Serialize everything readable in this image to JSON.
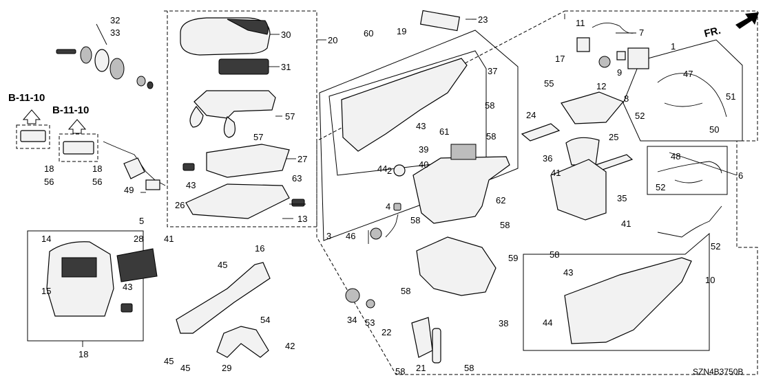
{
  "diagram": {
    "code": "SZN4B3750B",
    "direction": "FR.",
    "refs": [
      "B-11-10",
      "B-11-10"
    ],
    "callouts": {
      "c1": "1",
      "c2": "2",
      "c3": "3",
      "c4": "4",
      "c5": "5",
      "c6": "6",
      "c7": "7",
      "c8": "8",
      "c9": "9",
      "c10": "10",
      "c11": "11",
      "c12": "12",
      "c13": "13",
      "c14": "14",
      "c15": "15",
      "c16": "16",
      "c17": "17",
      "c18a": "18",
      "c18b": "18",
      "c18c": "18",
      "c19": "19",
      "c20": "20",
      "c21": "21",
      "c22": "22",
      "c23": "23",
      "c24": "24",
      "c25": "25",
      "c26": "26",
      "c27": "27",
      "c28": "28",
      "c29": "29",
      "c30": "30",
      "c31": "31",
      "c32": "32",
      "c33": "33",
      "c34": "34",
      "c35": "35",
      "c36": "36",
      "c37": "37",
      "c38": "38",
      "c39": "39",
      "c40": "40",
      "c41a": "41",
      "c41b": "41",
      "c41c": "41",
      "c42": "42",
      "c43a": "43",
      "c43b": "43",
      "c43c": "43",
      "c43d": "43",
      "c44a": "44",
      "c44b": "44",
      "c45a": "45",
      "c45b": "45",
      "c45c": "45",
      "c46": "46",
      "c47": "47",
      "c48": "48",
      "c49": "49",
      "c50": "50",
      "c51": "51",
      "c52a": "52",
      "c52b": "52",
      "c52c": "52",
      "c53": "53",
      "c54": "54",
      "c55": "55",
      "c56a": "56",
      "c56b": "56",
      "c57a": "57",
      "c57b": "57",
      "c58a": "58",
      "c58b": "58",
      "c58c": "58",
      "c58d": "58",
      "c58e": "58",
      "c58f": "58",
      "c58g": "58",
      "c58h": "58",
      "c59": "59",
      "c60": "60",
      "c61": "61",
      "c62": "62",
      "c63": "63"
    }
  }
}
